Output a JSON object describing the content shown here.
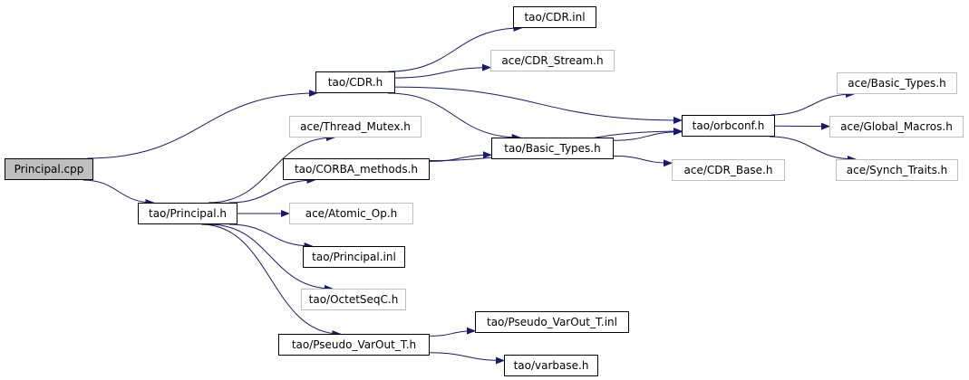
{
  "graph": {
    "colors": {
      "edge": "#191970",
      "node_border": "#000000",
      "external_border": "#bfbfbf",
      "root_fill": "#bfbfbf"
    },
    "nodes": {
      "principal_cpp": {
        "label": "Principal.cpp",
        "kind": "root"
      },
      "cdr_h": {
        "label": "tao/CDR.h",
        "kind": "internal"
      },
      "principal_h": {
        "label": "tao/Principal.h",
        "kind": "internal"
      },
      "cdr_inl": {
        "label": "tao/CDR.inl",
        "kind": "internal"
      },
      "cdr_stream_h": {
        "label": "ace/CDR_Stream.h",
        "kind": "external"
      },
      "thread_mutex_h": {
        "label": "ace/Thread_Mutex.h",
        "kind": "external"
      },
      "corba_methods_h": {
        "label": "tao/CORBA_methods.h",
        "kind": "internal"
      },
      "basic_types_h": {
        "label": "tao/Basic_Types.h",
        "kind": "internal"
      },
      "orbconf_h": {
        "label": "tao/orbconf.h",
        "kind": "internal"
      },
      "ace_basic_types_h": {
        "label": "ace/Basic_Types.h",
        "kind": "external"
      },
      "global_macros_h": {
        "label": "ace/Global_Macros.h",
        "kind": "external"
      },
      "synch_traits_h": {
        "label": "ace/Synch_Traits.h",
        "kind": "external"
      },
      "cdr_base_h": {
        "label": "ace/CDR_Base.h",
        "kind": "external"
      },
      "atomic_op_h": {
        "label": "ace/Atomic_Op.h",
        "kind": "external"
      },
      "principal_inl": {
        "label": "tao/Principal.inl",
        "kind": "internal"
      },
      "octetseqc_h": {
        "label": "tao/OctetSeqC.h",
        "kind": "external"
      },
      "pseudo_varout_h": {
        "label": "tao/Pseudo_VarOut_T.h",
        "kind": "internal"
      },
      "pseudo_varout_inl": {
        "label": "tao/Pseudo_VarOut_T.inl",
        "kind": "internal"
      },
      "varbase_h": {
        "label": "tao/varbase.h",
        "kind": "internal"
      }
    },
    "edges": [
      [
        "principal_cpp",
        "cdr_h"
      ],
      [
        "principal_cpp",
        "principal_h"
      ],
      [
        "cdr_h",
        "cdr_inl"
      ],
      [
        "cdr_h",
        "cdr_stream_h"
      ],
      [
        "cdr_h",
        "orbconf_h"
      ],
      [
        "cdr_h",
        "basic_types_h"
      ],
      [
        "basic_types_h",
        "orbconf_h"
      ],
      [
        "basic_types_h",
        "cdr_base_h"
      ],
      [
        "orbconf_h",
        "ace_basic_types_h"
      ],
      [
        "orbconf_h",
        "global_macros_h"
      ],
      [
        "orbconf_h",
        "synch_traits_h"
      ],
      [
        "corba_methods_h",
        "basic_types_h"
      ],
      [
        "corba_methods_h",
        "orbconf_h"
      ],
      [
        "principal_h",
        "thread_mutex_h"
      ],
      [
        "principal_h",
        "corba_methods_h"
      ],
      [
        "principal_h",
        "atomic_op_h"
      ],
      [
        "principal_h",
        "principal_inl"
      ],
      [
        "principal_h",
        "octetseqc_h"
      ],
      [
        "principal_h",
        "pseudo_varout_h"
      ],
      [
        "pseudo_varout_h",
        "pseudo_varout_inl"
      ],
      [
        "pseudo_varout_h",
        "varbase_h"
      ]
    ]
  }
}
